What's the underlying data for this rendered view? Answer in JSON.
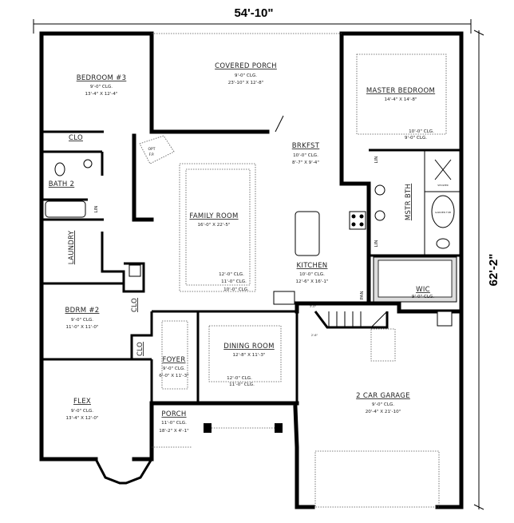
{
  "dimensions": {
    "width": "54'-10\"",
    "depth": "62'-2\""
  },
  "rooms": {
    "covered_porch": {
      "name": "COVERED PORCH",
      "ceiling": "9'-0\" CLG.",
      "size": "23'-10\" X 12'-8\""
    },
    "bedroom3": {
      "name": "BEDROOM #3",
      "ceiling": "9'-0\" CLG.",
      "size": "13'-4\" X 12'-4\""
    },
    "master_bedroom": {
      "name": "MASTER BEDROOM",
      "size": "14'-4\" X 14'-8\"",
      "ceiling_1": "10'-0\" CLG.",
      "ceiling_2": "9'-0\" CLG."
    },
    "brkfst": {
      "name": "BRKFST",
      "ceiling": "10'-0\" CLG.",
      "size": "8'-7\" X 9'-4\""
    },
    "family_room": {
      "name": "FAMILY ROOM",
      "size": "16'-0\" X 22'-5\"",
      "ceiling_1": "12'-0\" CLG.",
      "ceiling_2": "11'-0\" CLG.",
      "ceiling_3": "10'-0\" CLG."
    },
    "kitchen": {
      "name": "KITCHEN",
      "ceiling": "10'-0\" CLG.",
      "size": "12'-6\" X 16'-1\""
    },
    "bath2": {
      "name": "BATH 2"
    },
    "laundry": {
      "name": "LAUNDRY"
    },
    "mstr_bth": {
      "name": "MSTR BTH"
    },
    "wic": {
      "name": "WIC",
      "ceiling": "9'-0\" CLG."
    },
    "bdrm2": {
      "name": "BDRM #2",
      "ceiling": "9'-0\" CLG.",
      "size": "11'-0\" X 11'-0\""
    },
    "dining_room": {
      "name": "DINING ROOM",
      "size": "12'-8\" X 11'-3\"",
      "ceiling_1": "12'-0\" CLG.",
      "ceiling_2": "11'-0\" CLG."
    },
    "foyer": {
      "name": "FOYER",
      "ceiling": "9'-0\" CLG.",
      "size": "6'-0\" X 11'-3\""
    },
    "flex": {
      "name": "FLEX",
      "ceiling": "9'-0\" CLG.",
      "size": "13'-4\" X 12'-0\""
    },
    "porch": {
      "name": "PORCH",
      "ceiling": "11'-0\" CLG.",
      "size": "18'-2\" X 4'-1\""
    },
    "garage": {
      "name": "2 CAR GARAGE",
      "ceiling": "9'-0\" CLG.",
      "size": "20'-4\" X 21'-10\""
    }
  },
  "labels": {
    "clo": "CLO",
    "lin": "LIN",
    "pan": "PAN",
    "opt_fp_1": "OPT",
    "opt_fp_2": "F.P.",
    "shower": "SHOWER",
    "garden_tub": "GARDEN TUB",
    "door_3_0": "3'-0\"",
    "door_2_6": "2'-6\""
  }
}
